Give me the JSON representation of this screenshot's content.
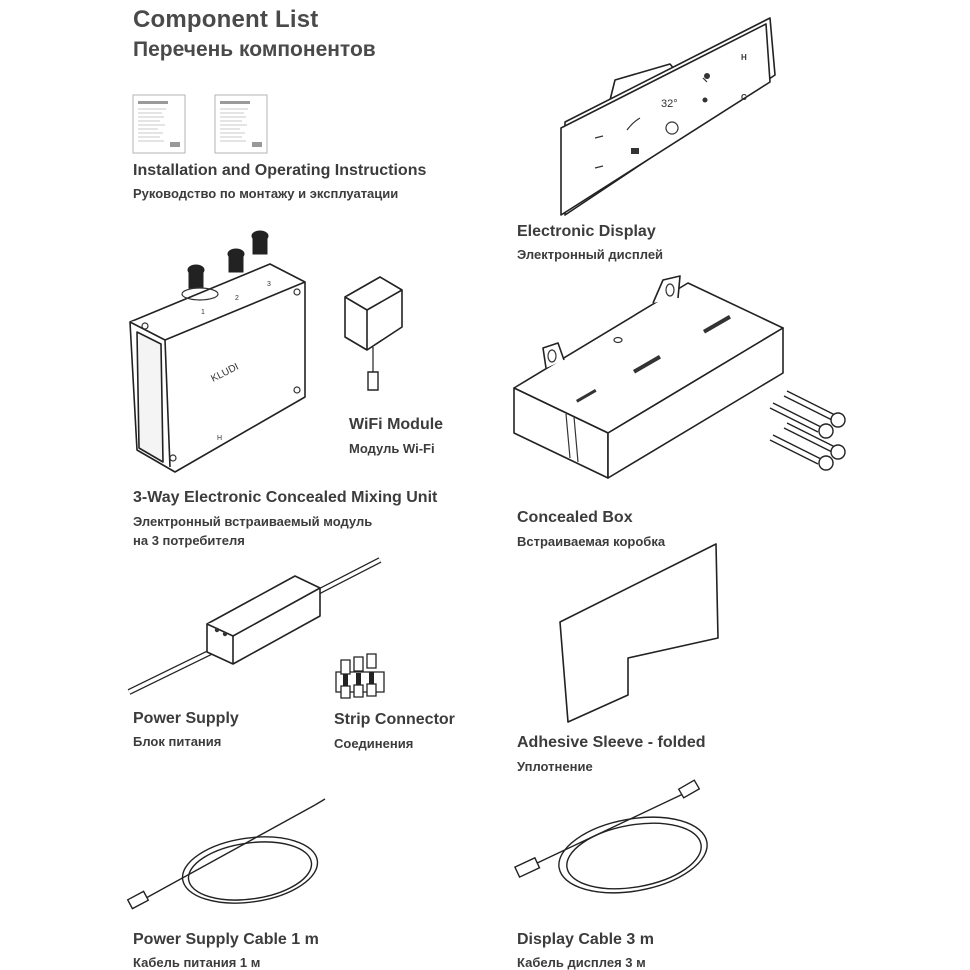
{
  "title": {
    "en": "Component List",
    "ru": "Перечень компонентов"
  },
  "components": {
    "instructions": {
      "en": "Installation and Operating Instructions",
      "ru": "Руководство по монтажу и эксплуатации"
    },
    "display": {
      "en": "Electronic Display",
      "ru": "Электронный дисплей",
      "temperature": "32°",
      "keys": [
        "H",
        "C"
      ]
    },
    "mixing_unit": {
      "en": "3-Way Electronic Concealed Mixing Unit",
      "ru_line1": "Электронный встраиваемый модуль",
      "ru_line2": "на 3 потребителя",
      "brand": "KLUDI",
      "port_labels": [
        "1",
        "2",
        "3"
      ],
      "bottom_label": "H"
    },
    "wifi": {
      "en": "WiFi Module",
      "ru": "Модуль Wi-Fi"
    },
    "concealed_box": {
      "en": "Concealed Box",
      "ru": "Встраиваемая коробка"
    },
    "power_supply": {
      "en": "Power Supply",
      "ru": "Блок питания"
    },
    "strip_connector": {
      "en": "Strip Connector",
      "ru": "Соединения"
    },
    "adhesive_sleeve": {
      "en": "Adhesive Sleeve - folded",
      "ru": "Уплотнение"
    },
    "power_cable": {
      "en": "Power Supply Cable 1 m",
      "ru": "Кабель питания 1 м"
    },
    "display_cable": {
      "en": "Display Cable 3 m",
      "ru": "Кабель дисплея 3 м"
    }
  }
}
